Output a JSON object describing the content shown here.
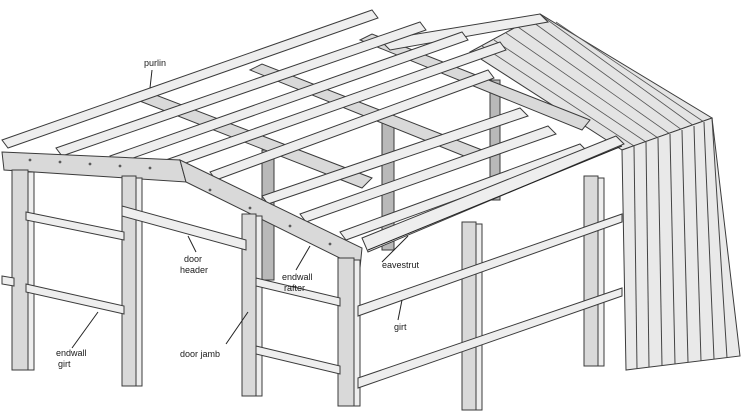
{
  "labels": {
    "purlin": "purlin",
    "door_header_1": "door",
    "door_header_2": "header",
    "eavestrut": "eavestrut",
    "endwall_rafter_1": "endwall",
    "endwall_rafter_2": "rafter",
    "girt": "girt",
    "endwall_girt_1": "endwall",
    "endwall_girt_2": "girt",
    "door_jamb": "door jamb"
  },
  "colors": {
    "steel": "#d9d9d9",
    "steel_light": "#eeeeee",
    "steel_dark": "#b9b9b9",
    "sheeting": "#e6e6e6",
    "outline": "#3b3b3b"
  }
}
